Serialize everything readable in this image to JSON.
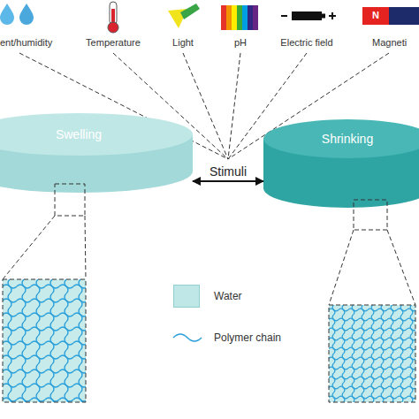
{
  "diagram": {
    "nodes": [
      {
        "text": [
          "Swelling"
        ]
      },
      {
        "text": [
          "Shrinking"
        ]
      }
    ],
    "edges": [
      {
        "from": 0,
        "to": 1,
        "arrow": "both",
        "label": "Stimuli"
      }
    ],
    "labels": [
      "N",
      "ent/humidity",
      "Temperature",
      "Light",
      "pH",
      "Electric field",
      "Magneti"
    ],
    "legend": [
      {
        "text": "Water",
        "color": "#bfe7e7"
      },
      {
        "text": "Polymer chain"
      }
    ]
  }
}
